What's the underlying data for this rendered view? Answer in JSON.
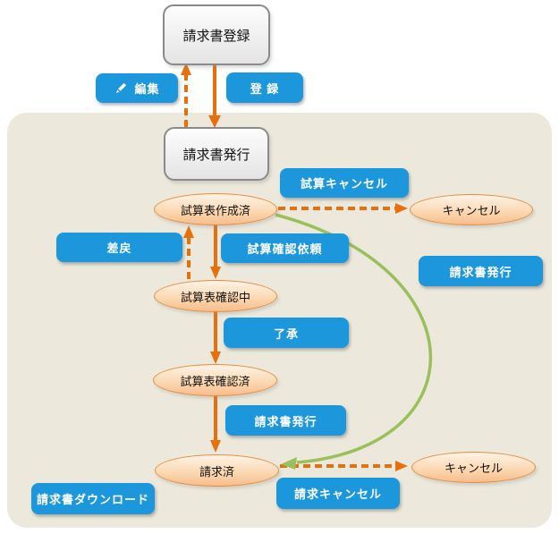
{
  "colors": {
    "blue": "#1D97DC",
    "orange": "#E7700C",
    "green": "#9ABF5C",
    "beige": "#ECE9DC",
    "ellipse_border": "#E78C3C",
    "ellipse_fill": "#F8BD8B",
    "box_border": "#8A8A8A"
  },
  "boxes": {
    "invoice_register": "請求書登録",
    "invoice_issue": "請求書発行"
  },
  "buttons": {
    "edit": "編集",
    "register": "登 録",
    "trial_cancel": "試算キャンセル",
    "send_back": "差戻",
    "trial_confirm_request": "試算確認依頼",
    "issue_invoice_right": "請求書発行",
    "approve": "了承",
    "issue_invoice": "請求書発行",
    "invoice_download": "請求書ダウンロード",
    "billing_cancel": "請求キャンセル"
  },
  "states": {
    "trial_created": "試算表作成済",
    "cancel_top": "キャンセル",
    "trial_checking": "試算表確認中",
    "trial_checked": "試算表確認済",
    "billed": "請求済",
    "cancel_bottom": "キャンセル"
  }
}
